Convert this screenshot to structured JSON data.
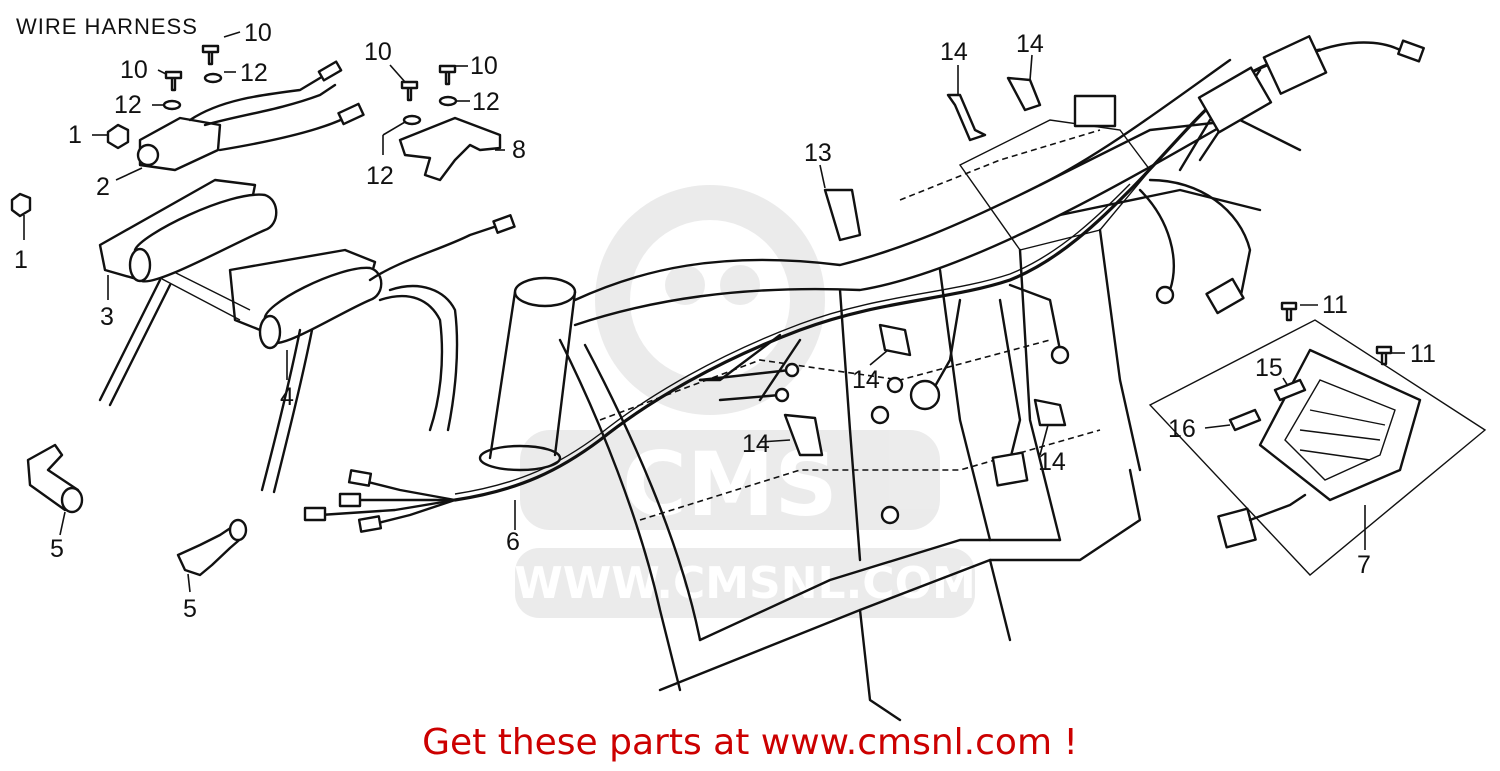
{
  "header": {
    "title": "WIRE HARNESS"
  },
  "watermark": {
    "logo_text": "CMS",
    "url_text": "WWW.CMSNL.COM"
  },
  "footer": {
    "promo_text": "Get these parts at www.cmsnl.com !",
    "promo_color": "#cc0000"
  },
  "callouts": {
    "c1a": "1",
    "c1b": "1",
    "c2": "2",
    "c3": "3",
    "c4": "4",
    "c5a": "5",
    "c5b": "5",
    "c6": "6",
    "c7": "7",
    "c8": "8",
    "c10a": "10",
    "c10b": "10",
    "c10c": "10",
    "c10d": "10",
    "c11a": "11",
    "c11b": "11",
    "c12a": "12",
    "c12b": "12",
    "c12c": "12",
    "c12d": "12",
    "c13": "13",
    "c14a": "14",
    "c14b": "14",
    "c14c": "14",
    "c14d": "14",
    "c14e": "14",
    "c15": "15",
    "c16": "16"
  }
}
